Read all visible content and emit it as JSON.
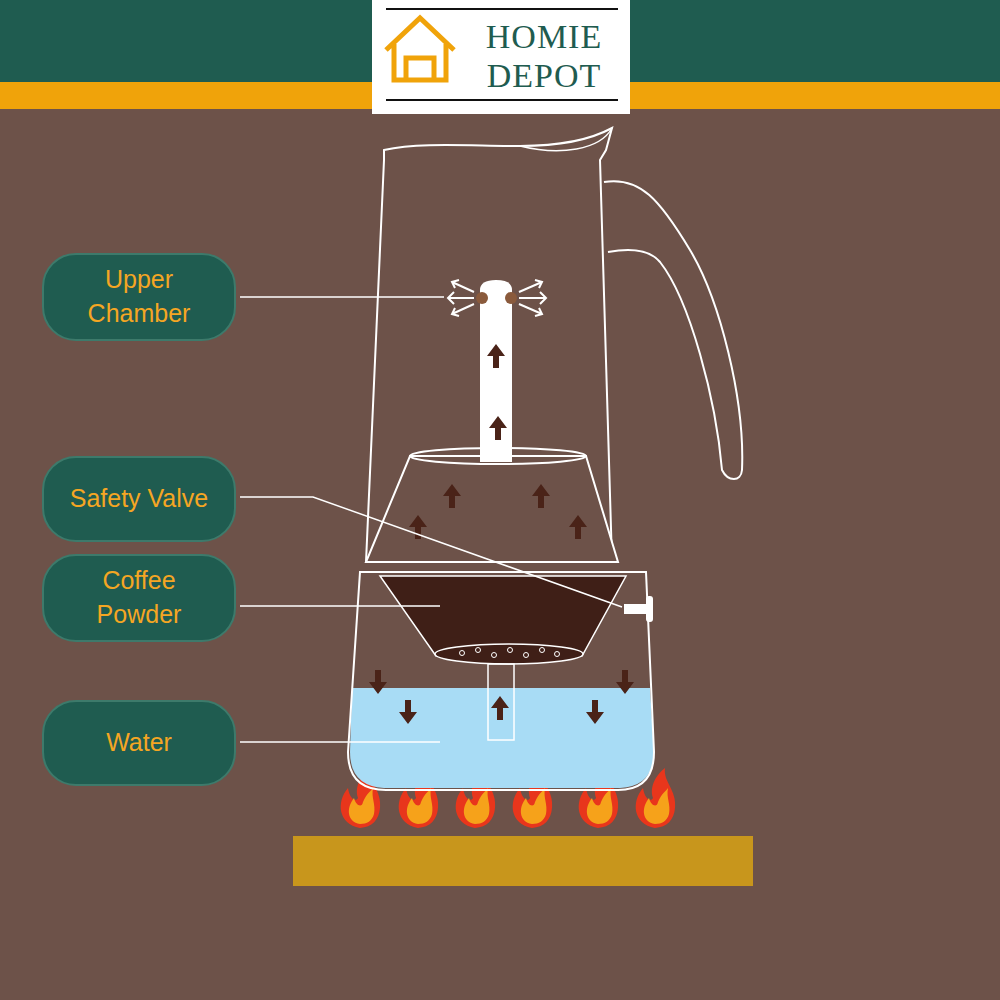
{
  "diagram": {
    "nodes": [
      {
        "text": [
          "HOMIE DEPOT"
        ]
      },
      {
        "text": [
          "Upper Chamber"
        ]
      },
      {
        "text": [
          "Safety Valve"
        ]
      },
      {
        "text": [
          "Coffee Powder"
        ]
      },
      {
        "text": [
          "Water"
        ]
      }
    ]
  }
}
